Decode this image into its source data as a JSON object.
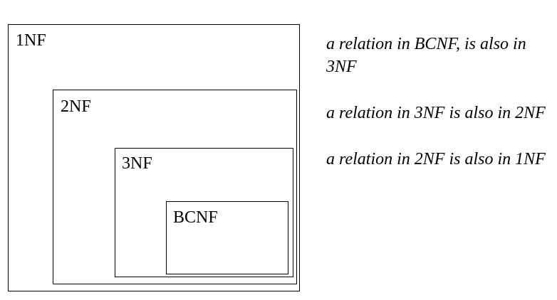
{
  "diagram": {
    "boxes": [
      {
        "id": "1nf",
        "label": "1NF"
      },
      {
        "id": "2nf",
        "label": "2NF"
      },
      {
        "id": "3nf",
        "label": "3NF"
      },
      {
        "id": "bcnf",
        "label": "BCNF"
      }
    ]
  },
  "notes": [
    "a relation in BCNF, is also in 3NF",
    "a relation in 3NF is also in 2NF",
    "a relation in 2NF is also in 1NF"
  ]
}
